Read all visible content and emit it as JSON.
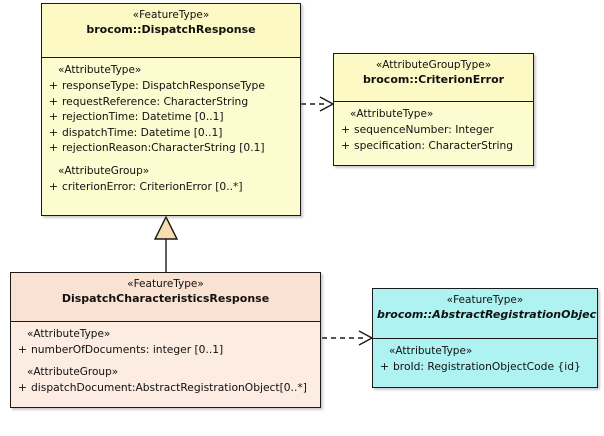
{
  "diagram": {
    "type": "uml-class-diagram",
    "title": "",
    "background": "#ffffff"
  },
  "colors": {
    "feature_type_fill": "#fdfbd0",
    "feature_type_header": "#fdf9c4",
    "subclass_fill": "#fcece2",
    "subclass_header": "#fae2d2",
    "abstract_fill": "#aef2f2",
    "line": "#1a1a1a",
    "generalization_arrow_fill": "#f7ddb0"
  },
  "classes": [
    {
      "id": "dispatch-response",
      "stereotype": "«FeatureType»",
      "name": "brocom::DispatchResponse",
      "abstract": false,
      "theme": "yellow",
      "compartments": [
        {
          "label": "«AttributeType»",
          "attributes": [
            {
              "visibility": "+",
              "text": "responseType: DispatchResponseType"
            },
            {
              "visibility": "+",
              "text": "requestReference: CharacterString"
            },
            {
              "visibility": "+",
              "text": "rejectionTime: Datetime [0..1]"
            },
            {
              "visibility": "+",
              "text": "dispatchTime: Datetime [0..1]"
            },
            {
              "visibility": "+",
              "text": "rejectionReason:CharacterString [0.1]"
            }
          ]
        },
        {
          "label": "«AttributeGroup»",
          "attributes": [
            {
              "visibility": "+",
              "text": "criterionError: CriterionError [0..*]"
            }
          ]
        }
      ]
    },
    {
      "id": "criterion-error",
      "stereotype": "«AttributeGroupType»",
      "name": "brocom::CriterionError",
      "abstract": false,
      "theme": "yellow",
      "compartments": [
        {
          "label": "«AttributeType»",
          "attributes": [
            {
              "visibility": "+",
              "text": "sequenceNumber: Integer"
            },
            {
              "visibility": "+",
              "text": "specification: CharacterString"
            }
          ]
        }
      ]
    },
    {
      "id": "dispatch-characteristics-response",
      "stereotype": "«FeatureType»",
      "name": "DispatchCharacteristicsResponse",
      "abstract": false,
      "theme": "peach",
      "compartments": [
        {
          "label": "«AttributeType»",
          "attributes": [
            {
              "visibility": "+",
              "text": "numberOfDocuments: integer [0..1]"
            }
          ]
        },
        {
          "label": "«AttributeGroup»",
          "attributes": [
            {
              "visibility": "+",
              "text": "dispatchDocument:AbstractRegistrationObject[0..*]"
            }
          ]
        }
      ]
    },
    {
      "id": "abstract-registration-object",
      "stereotype": "«FeatureType»",
      "name": "brocom::AbstractRegistrationObject",
      "abstract": true,
      "theme": "cyan",
      "compartments": [
        {
          "label": "«AttributeType»",
          "attributes": [
            {
              "visibility": "+",
              "text": "broId: RegistrationObjectCode {id}"
            }
          ]
        }
      ]
    }
  ],
  "relationships": [
    {
      "id": "dependency-dispatchresponse-criterionerror",
      "kind": "dependency",
      "style": "dashed-open-arrow",
      "from": "dispatch-response",
      "to": "criterion-error",
      "label": ""
    },
    {
      "id": "generalization-dispatchcharacteristics-dispatchresponse",
      "kind": "generalization",
      "style": "solid-hollow-triangle",
      "from": "dispatch-characteristics-response",
      "to": "dispatch-response",
      "label": ""
    },
    {
      "id": "dependency-dispatchcharacteristics-abstractregistrationobject",
      "kind": "dependency",
      "style": "dashed-open-arrow",
      "from": "dispatch-characteristics-response",
      "to": "abstract-registration-object",
      "label": ""
    }
  ]
}
